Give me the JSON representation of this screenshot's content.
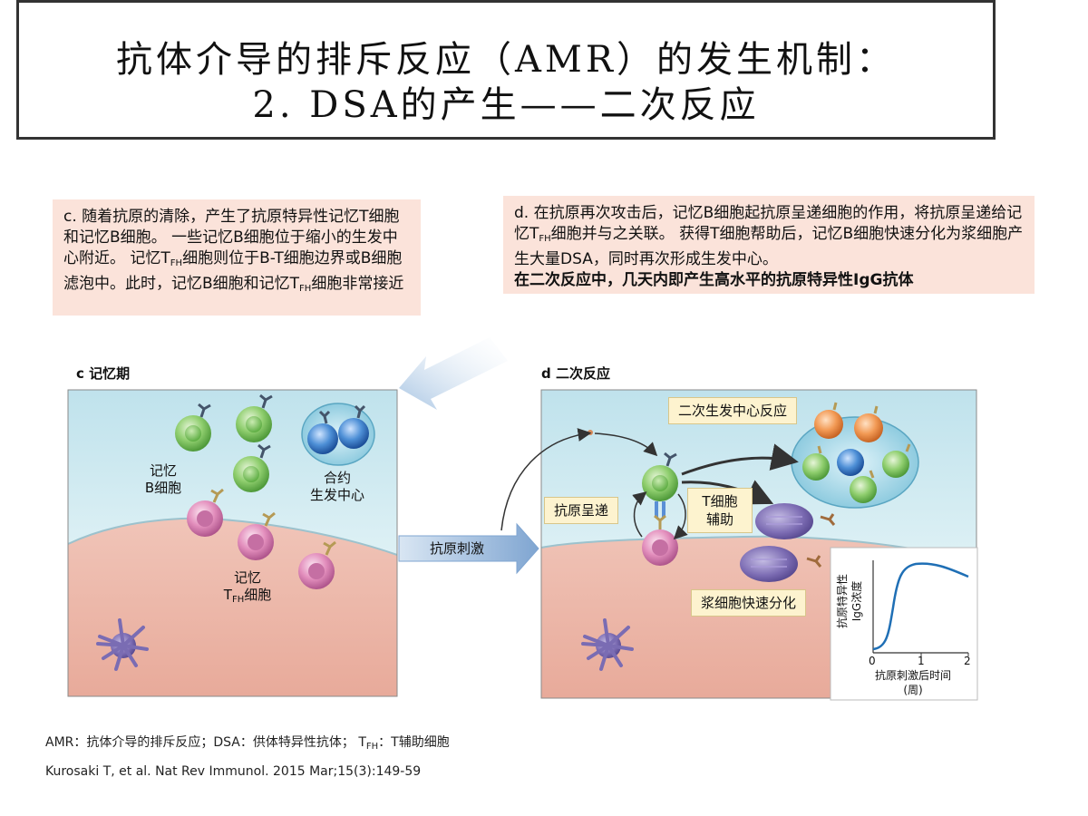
{
  "title": {
    "line1": "抗体介导的排斥反应（AMR）的发生机制：",
    "line2": "2. DSA的产生——二次反应"
  },
  "desc_c": {
    "part1": "c. 随着抗原的清除，产生了抗原特异性记忆T细胞和记忆B细胞。 一些记忆B细胞位于缩小的生发中心附近。 记忆T",
    "sub1": "FH",
    "part2": "细胞则位于B-T细胞边界或B细胞滤泡中。此时，记忆B细胞和记忆T",
    "sub2": "FH",
    "part3": "细胞非常接近"
  },
  "desc_d": {
    "part1": "d. 在抗原再次攻击后，记忆B细胞起抗原呈递细胞的作用，将抗原呈递给记忆T",
    "sub1": "FH",
    "part2": "细胞并与之关联。 获得T细胞帮助后，记忆B细胞快速分化为浆细胞产生大量DSA，同时再次形成生发中心。",
    "bold": "在二次反应中，几天内即产生高水平的抗原特异性IgG抗体"
  },
  "panel_c": {
    "heading": "c 记忆期",
    "memory_b_l1": "记忆",
    "memory_b_l2": "B细胞",
    "gc_l1": "合约",
    "gc_l2": "生发中心",
    "tfh_l1": "记忆",
    "tfh_t": "T",
    "tfh_sub": "FH",
    "tfh_rest": "细胞"
  },
  "arrow_label": "抗原刺激",
  "panel_d": {
    "heading": "d 二次反应",
    "gc_reaction": "二次生发中心反应",
    "antigen_present": "抗原呈递",
    "t_help_l1": "T细胞",
    "t_help_l2": "辅助",
    "plasma": "浆细胞快速分化"
  },
  "inset_chart": {
    "ylabel_l1": "抗原特异性",
    "ylabel_l2": "IgG浓度",
    "xlabel_l1": "抗原刺激后时间",
    "xlabel_l2": "(周)",
    "ticks": [
      "0",
      "1",
      "2"
    ]
  },
  "footer": {
    "abbr_part1": "AMR：抗体介导的排斥反应；DSA：供体特异性抗体； T",
    "abbr_sub": "FH",
    "abbr_part2": "：T辅助细胞",
    "citation": "Kurosaki T, et al. Nat Rev Immunol. 2015 Mar;15(3):149-59"
  },
  "colors": {
    "follicle_blue": "#c9e6ee",
    "tissue_pink": "#f0c4b8",
    "desc_bg": "#fbe3da",
    "label_box": "#fdf3cf",
    "arrow_blue": "#8fb3d9"
  }
}
